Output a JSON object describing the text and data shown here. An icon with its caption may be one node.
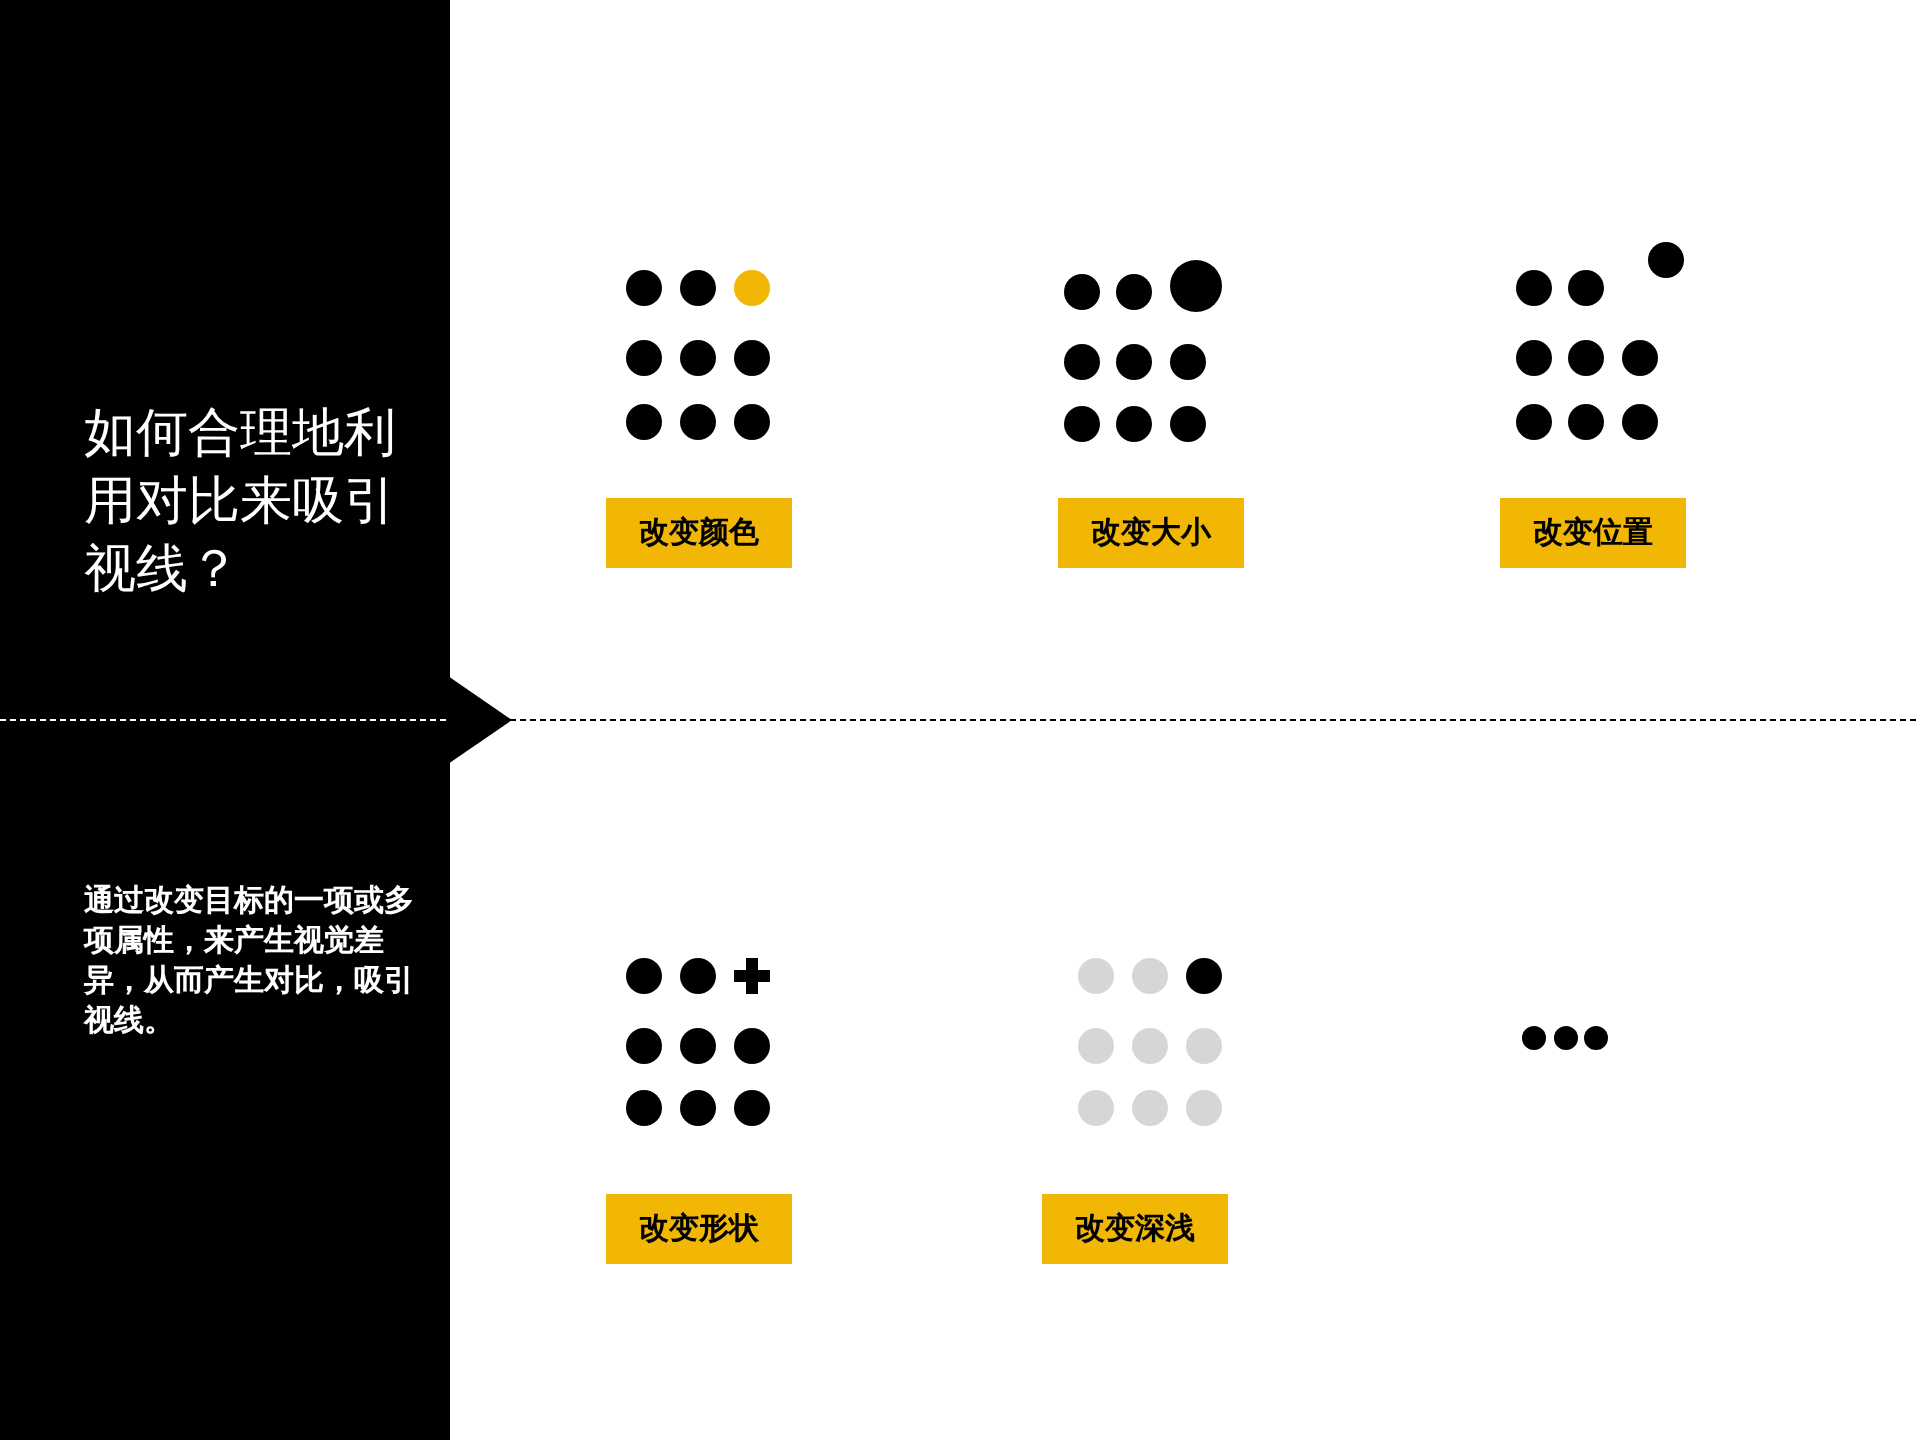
{
  "diagram": {
    "title": "如何合理地利用对比来吸引视线？",
    "nodes": [
      {
        "text": [
          "改变颜色"
        ]
      },
      {
        "text": [
          "改变大小"
        ]
      },
      {
        "text": [
          "改变位置"
        ]
      },
      {
        "text": [
          "改变形状"
        ]
      },
      {
        "text": [
          "改变深浅"
        ]
      }
    ],
    "labels": [
      "通过改变目标的一项或多项属性，来产生视觉差异，从而产生对比，**吸引视线**。"
    ]
  }
}
